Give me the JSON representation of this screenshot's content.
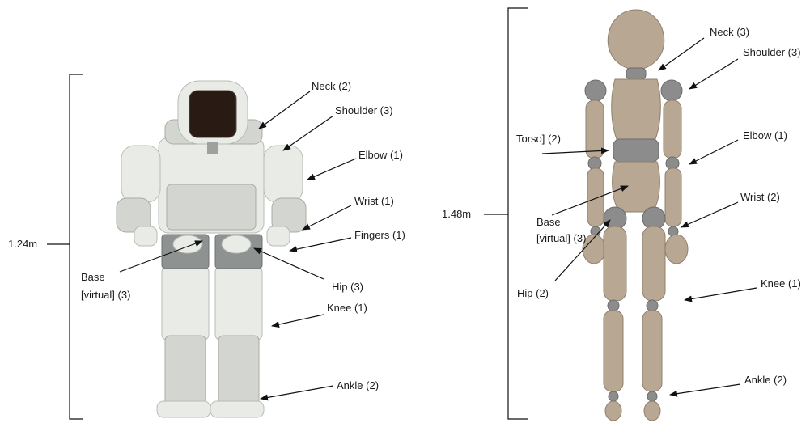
{
  "left_robot": {
    "height": "1.24m",
    "labels": {
      "neck": "Neck (2)",
      "shoulder": "Shoulder (3)",
      "elbow": "Elbow (1)",
      "wrist": "Wrist (1)",
      "fingers": "Fingers (1)",
      "base_line1": "Base",
      "base_line2": "[virtual] (3)",
      "hip": "Hip (3)",
      "knee": "Knee (1)",
      "ankle": "Ankle (2)"
    }
  },
  "right_figure": {
    "height": "1.48m",
    "labels": {
      "neck": "Neck (3)",
      "shoulder": "Shoulder (3)",
      "torso": "Torso] (2)",
      "elbow": "Elbow (1)",
      "wrist": "Wrist (2)",
      "base_line1": "Base",
      "base_line2": "[virtual] (3)",
      "hip": "Hip (2)",
      "knee": "Knee (1)",
      "ankle": "Ankle (2)"
    }
  },
  "colors": {
    "robot_shell": "#e9ebe7",
    "robot_visor": "#2a1a14",
    "robot_joint": "#8e9290",
    "mannequin_body": "#b8a893",
    "mannequin_joint": "#8c8c8c"
  }
}
